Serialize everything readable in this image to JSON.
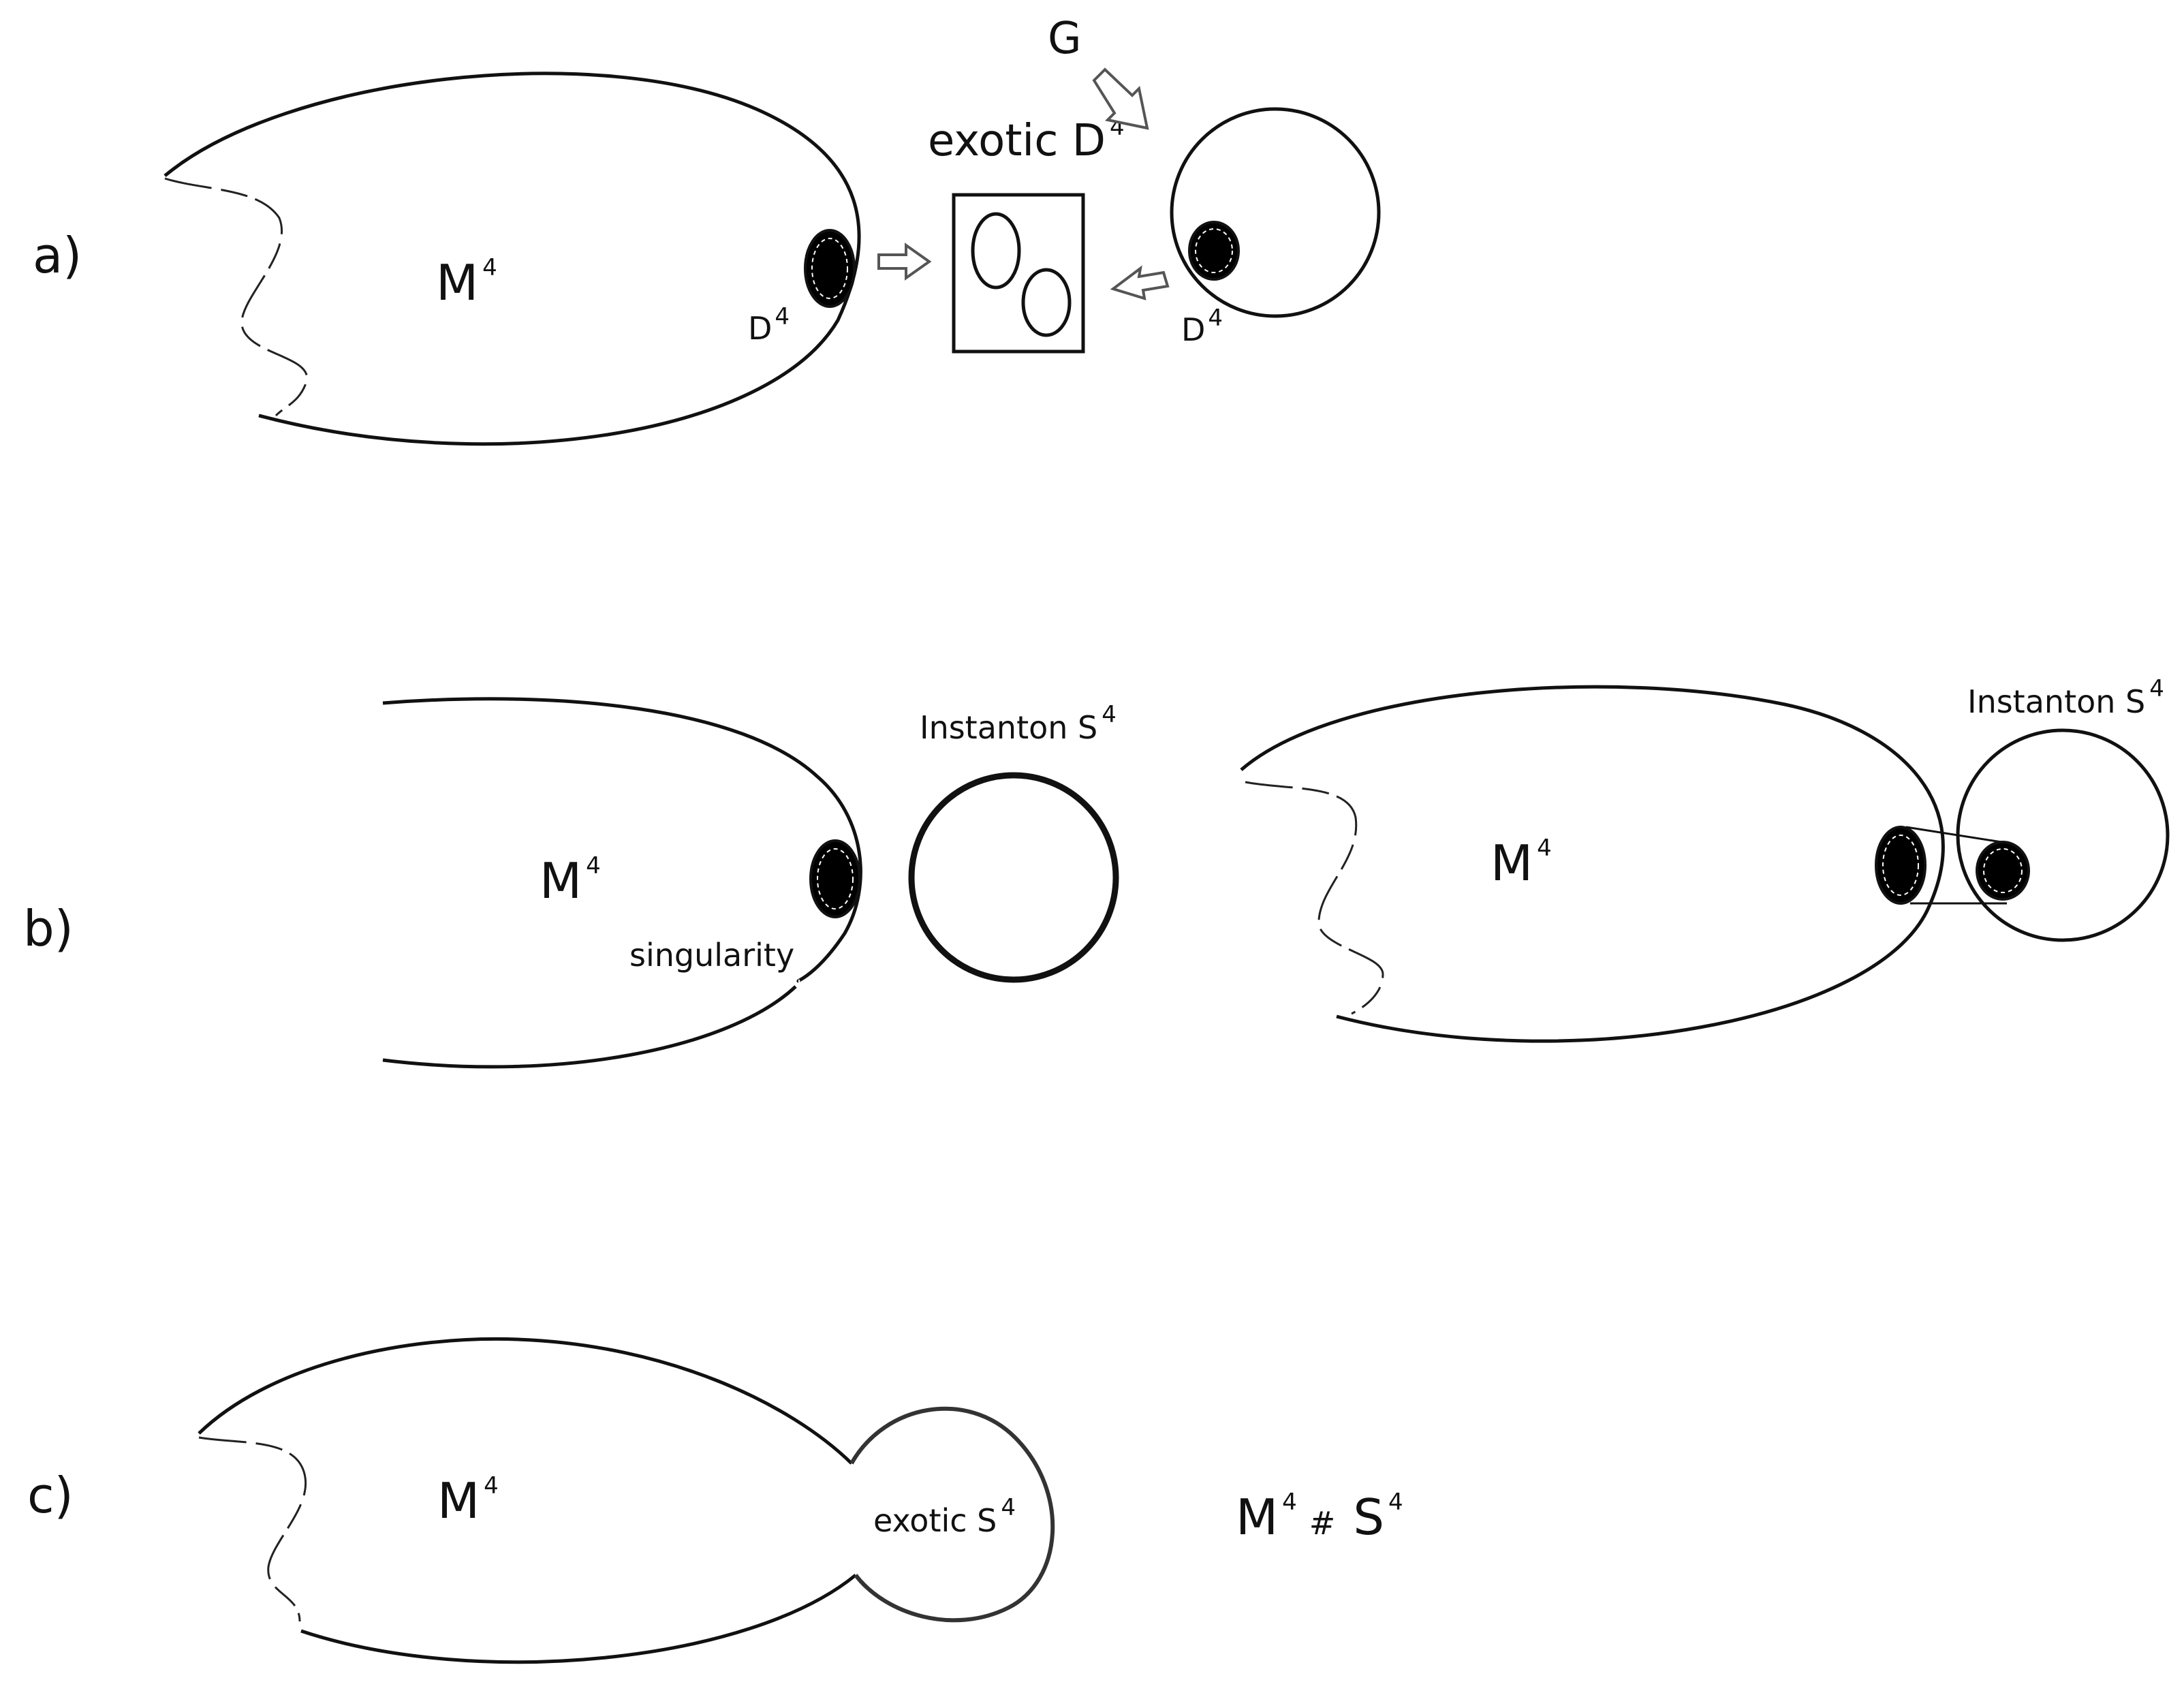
{
  "panels": {
    "a": {
      "label": "a)",
      "manifold": {
        "base": "M",
        "exp": "4"
      },
      "disk_left": {
        "base": "D",
        "exp": "4"
      },
      "exotic": {
        "base": "exotic D",
        "exp": "4"
      },
      "group": "G",
      "disk_right": {
        "base": "D",
        "exp": "4"
      }
    },
    "b": {
      "label": "b)",
      "manifold_left": {
        "base": "M",
        "exp": "4"
      },
      "singularity": "singularity",
      "instanton_left": {
        "base": "Instanton S",
        "exp": "4"
      },
      "manifold_right": {
        "base": "M",
        "exp": "4"
      },
      "instanton_right": {
        "base": "Instanton S",
        "exp": "4"
      }
    },
    "c": {
      "label": "c)",
      "manifold": {
        "base": "M",
        "exp": "4"
      },
      "exotic_sphere": {
        "base": "exotic S",
        "exp": "4"
      },
      "sum": {
        "m": "M",
        "m_exp": "4",
        "op": "#",
        "s": "S",
        "s_exp": "4"
      }
    }
  }
}
